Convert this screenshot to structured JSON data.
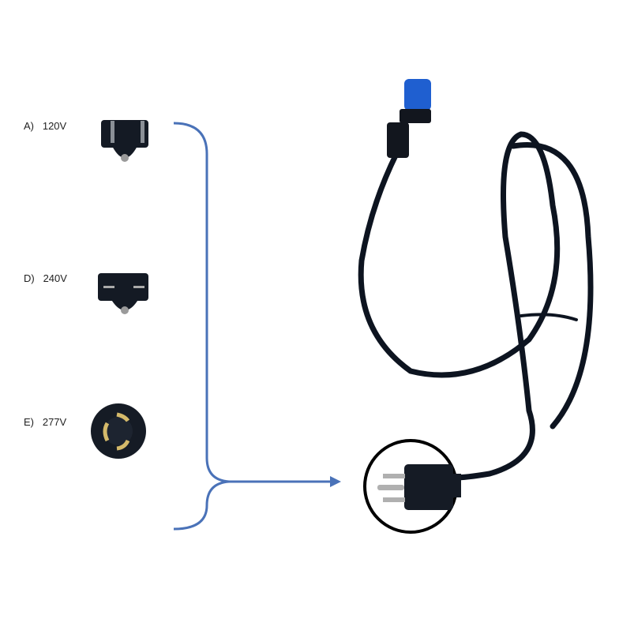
{
  "options": [
    {
      "letter": "A)",
      "voltage": "120V",
      "connector": "nema-5-15-receptacle"
    },
    {
      "letter": "D)",
      "voltage": "240V",
      "connector": "nema-6-15-receptacle"
    },
    {
      "letter": "E)",
      "voltage": "277V",
      "connector": "nema-l7-twist-lock-receptacle"
    }
  ],
  "colors": {
    "bracket": "#4a72b8",
    "cable": "#0d1420",
    "connector_cap": "#1f5fd0",
    "highlight_circle": "#000000"
  }
}
